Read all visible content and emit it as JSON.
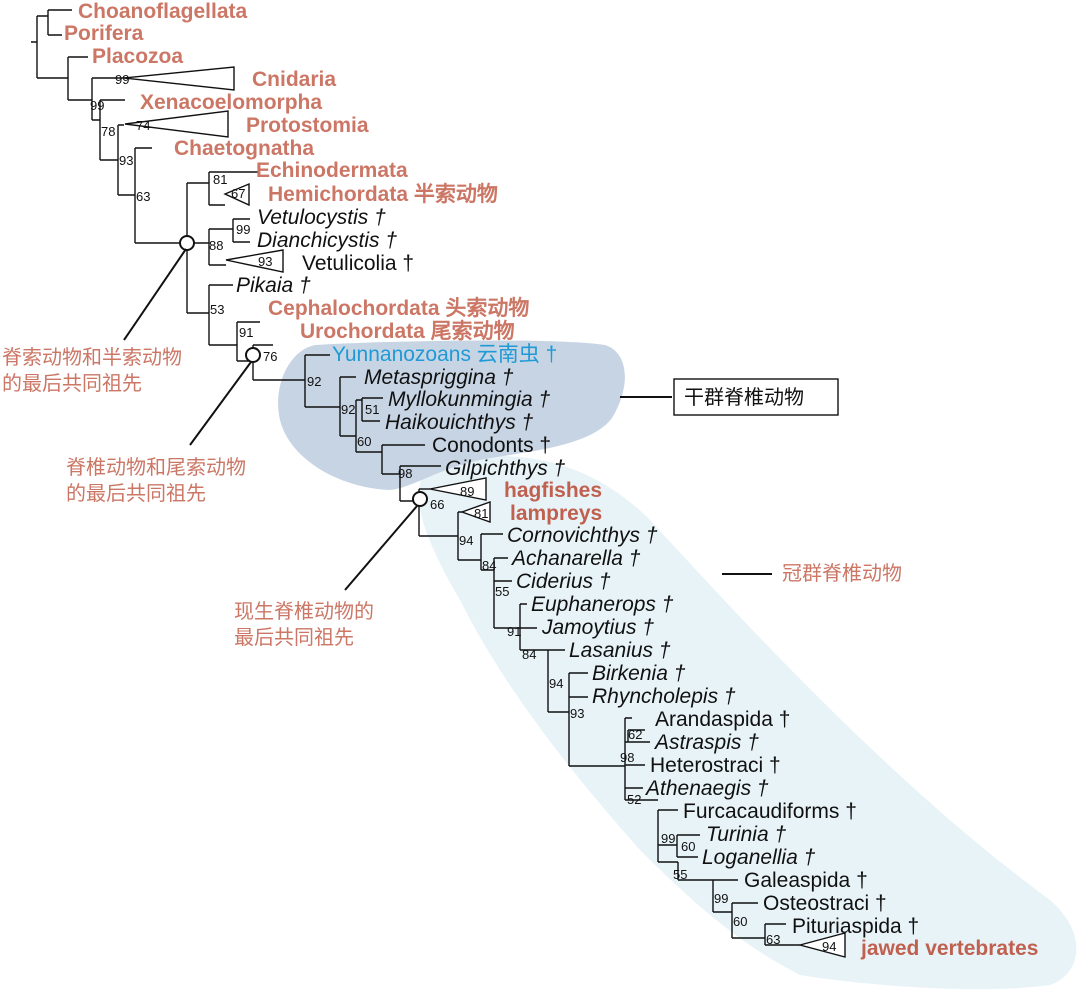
{
  "taxa": {
    "choanoflagellata": "Choanoflagellata",
    "porifera": "Porifera",
    "placozoa": "Placozoa",
    "cnidaria": "Cnidaria",
    "xenacoelomorpha": "Xenacoelomorpha",
    "protostomia": "Protostomia",
    "chaetognatha": "Chaetognatha",
    "echinodermata": "Echinodermata",
    "hemichordata": "Hemichordata 半索动物",
    "vetulocystis": "Vetulocystis †",
    "dianchicystis": "Dianchicystis †",
    "vetulicolia": "Vetulicolia †",
    "pikaia": "Pikaia †",
    "cephalochordata": "Cephalochordata 头索动物",
    "urochordata": "Urochordata 尾索动物",
    "yunnanozoans": "Yunnanozoans 云南虫 †",
    "metaspriggina": "Metaspriggina †",
    "myllokunmingia": "Myllokunmingia †",
    "haikouichthys": "Haikouichthys †",
    "conodonts": "Conodonts †",
    "gilpichthys": "Gilpichthys †",
    "hagfishes": "hagfishes",
    "lampreys": "lampreys",
    "cornovichthys": "Cornovichthys †",
    "achanarella": "Achanarella †",
    "ciderius": "Ciderius †",
    "euphanerops": "Euphanerops †",
    "jamoytius": "Jamoytius †",
    "lasanius": "Lasanius †",
    "birkenia": "Birkenia †",
    "rhyncholepis": "Rhyncholepis †",
    "arandaspida": "Arandaspida †",
    "astraspis": "Astraspis †",
    "heterostraci": "Heterostraci †",
    "athenaegis": "Athenaegis †",
    "furcacaudiforms": "Furcacaudiforms †",
    "turinia": "Turinia †",
    "loganellia": "Loganellia †",
    "galeaspida": "Galeaspida †",
    "osteostraci": "Osteostraci †",
    "pituriaspida": "Pituriaspida †",
    "jawed_vertebrates": "jawed vertebrates"
  },
  "support_values": {
    "cnidaria_clade": "99",
    "metazoa_node": "99",
    "protostomia_clade": "74",
    "bilateria_node": "78",
    "chaetognatha_node": "93",
    "deuterostome_node": "63",
    "ambulacraria_node": "81",
    "hemichordata_clade": "67",
    "vetulocystis_node": "99",
    "vetulicolia_node": "88",
    "vetulicolia_clade": "93",
    "chordata_node": "53",
    "olfactores_node": "91",
    "vertebrata_node": "76",
    "metaspriggina_node": "92",
    "myllokunmingia_node": "92",
    "haikouichthys_node": "51",
    "conodonts_node": "60",
    "gilpichthys_node": "98",
    "hagfishes_clade": "89",
    "lampreys_clade": "81",
    "crown_node": "66",
    "cornovichthys_node": "94",
    "achanarella_node": "84",
    "ciderius_node": "55",
    "jamoytius_node": "91",
    "lasanius_node": "84",
    "birkenia_node": "94",
    "rhyncholepis_node": "93",
    "astraspis_node": "62",
    "heterostraci_node": "98",
    "athenaegis_node": "52",
    "furcacaudiforms_node": "99",
    "turinia_node": "60",
    "loganellia_node": "55",
    "galeaspida_node": "99",
    "osteostraci_node": "60",
    "pituriaspida_node": "63",
    "jawed_clade": "94"
  },
  "annotations": {
    "ancestor_chordate_hemichordate_line1": "脊索动物和半索动物",
    "ancestor_chordate_hemichordate_line2": "的最后共同祖先",
    "ancestor_vertebrate_urochordate_line1": "脊椎动物和尾索动物",
    "ancestor_vertebrate_urochordate_line2": "的最后共同祖先",
    "ancestor_living_vertebrate_line1": "现生脊椎动物的",
    "ancestor_living_vertebrate_line2": "最后共同祖先",
    "stem_group_label": "干群脊椎动物",
    "crown_group_label": "冠群脊椎动物"
  },
  "colors": {
    "outgroup_label": "#cc7766",
    "yunnanozoan_label": "#1f9ad6",
    "stem_group_fill": "#c7d4e3",
    "crown_group_fill": "#e8f3f8",
    "branch": "#111111"
  }
}
